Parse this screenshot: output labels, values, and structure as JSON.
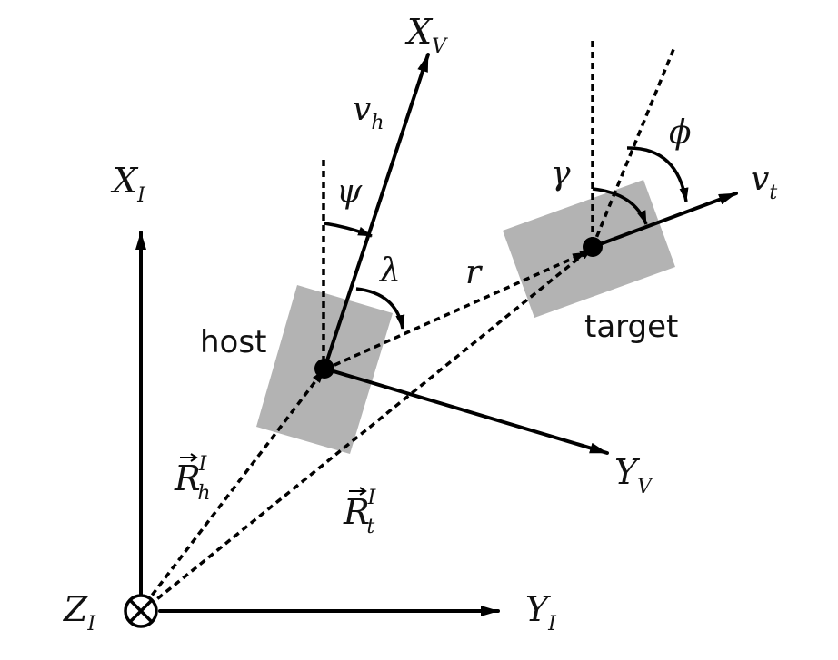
{
  "labels": {
    "x_v": {
      "main": "X",
      "sub": "V"
    },
    "v_h": {
      "main": "v",
      "sub": "h"
    },
    "x_i": {
      "main": "X",
      "sub": "I"
    },
    "psi": "ψ",
    "lambda": "λ",
    "r": "r",
    "host": "host",
    "gamma": "γ",
    "phi": "ϕ",
    "v_t": {
      "main": "v",
      "sub": "t"
    },
    "target": "target",
    "y_v": {
      "main": "Y",
      "sub": "V"
    },
    "r_h": {
      "main": "R",
      "sub": "h",
      "sup": "I"
    },
    "r_t": {
      "main": "R",
      "sub": "t",
      "sup": "I"
    },
    "z_i": {
      "main": "Z",
      "sub": "I"
    },
    "y_i": {
      "main": "Y",
      "sub": "I"
    }
  },
  "colors": {
    "vehicle_fill": "#b3b3b3",
    "stroke": "#000000"
  }
}
